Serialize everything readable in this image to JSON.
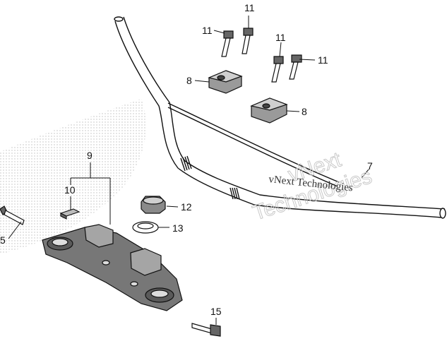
{
  "diagram": {
    "labels": {
      "bolt_top": "11",
      "bolt_left": "11",
      "bolt_mid": "11",
      "bolt_right": "11",
      "holder_left": "8",
      "holder_right": "8",
      "handlebar": "7",
      "bridge": "9",
      "spacer": "10",
      "nut": "12",
      "washer": "13",
      "bolt_bottom": "15",
      "edge_partial": "5"
    },
    "watermark": {
      "line1": "vNext",
      "line2": "Technologies",
      "small": "vNext Technologies"
    }
  }
}
